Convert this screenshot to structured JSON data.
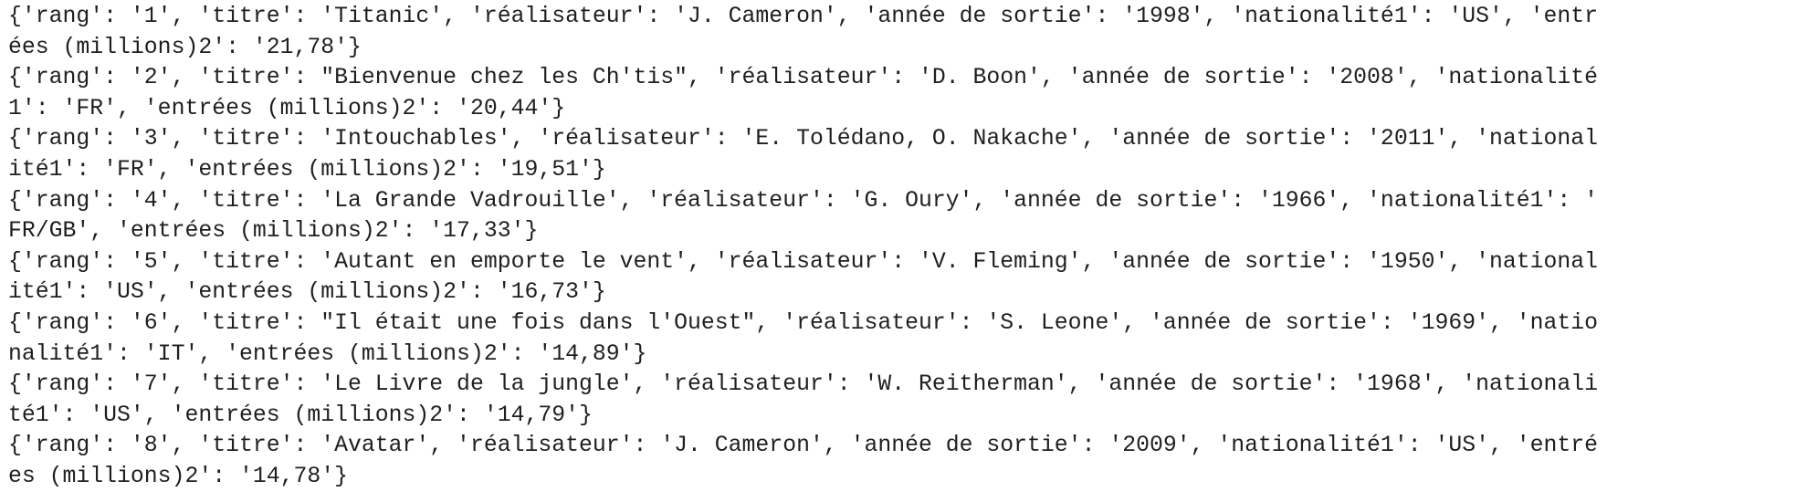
{
  "output": {
    "lines": [
      "{'rang': '1', 'titre': 'Titanic', 'réalisateur': 'J. Cameron', 'année de sortie': '1998', 'nationalité1': 'US', 'entr",
      "ées (millions)2': '21,78'}",
      "{'rang': '2', 'titre': \"Bienvenue chez les Ch'tis\", 'réalisateur': 'D. Boon', 'année de sortie': '2008', 'nationalité",
      "1': 'FR', 'entrées (millions)2': '20,44'}",
      "{'rang': '3', 'titre': 'Intouchables', 'réalisateur': 'E. Tolédano, O. Nakache', 'année de sortie': '2011', 'national",
      "ité1': 'FR', 'entrées (millions)2': '19,51'}",
      "{'rang': '4', 'titre': 'La Grande Vadrouille', 'réalisateur': 'G. Oury', 'année de sortie': '1966', 'nationalité1': '",
      "FR/GB', 'entrées (millions)2': '17,33'}",
      "{'rang': '5', 'titre': 'Autant en emporte le vent', 'réalisateur': 'V. Fleming', 'année de sortie': '1950', 'national",
      "ité1': 'US', 'entrées (millions)2': '16,73'}",
      "{'rang': '6', 'titre': \"Il était une fois dans l'Ouest\", 'réalisateur': 'S. Leone', 'année de sortie': '1969', 'natio",
      "nalité1': 'IT', 'entrées (millions)2': '14,89'}",
      "{'rang': '7', 'titre': 'Le Livre de la jungle', 'réalisateur': 'W. Reitherman', 'année de sortie': '1968', 'nationali",
      "té1': 'US', 'entrées (millions)2': '14,79'}",
      "{'rang': '8', 'titre': 'Avatar', 'réalisateur': 'J. Cameron', 'année de sortie': '2009', 'nationalité1': 'US', 'entré",
      "es (millions)2': '14,78'}"
    ]
  },
  "colors": {
    "text": "#1f1f1f",
    "background": "#ffffff"
  }
}
